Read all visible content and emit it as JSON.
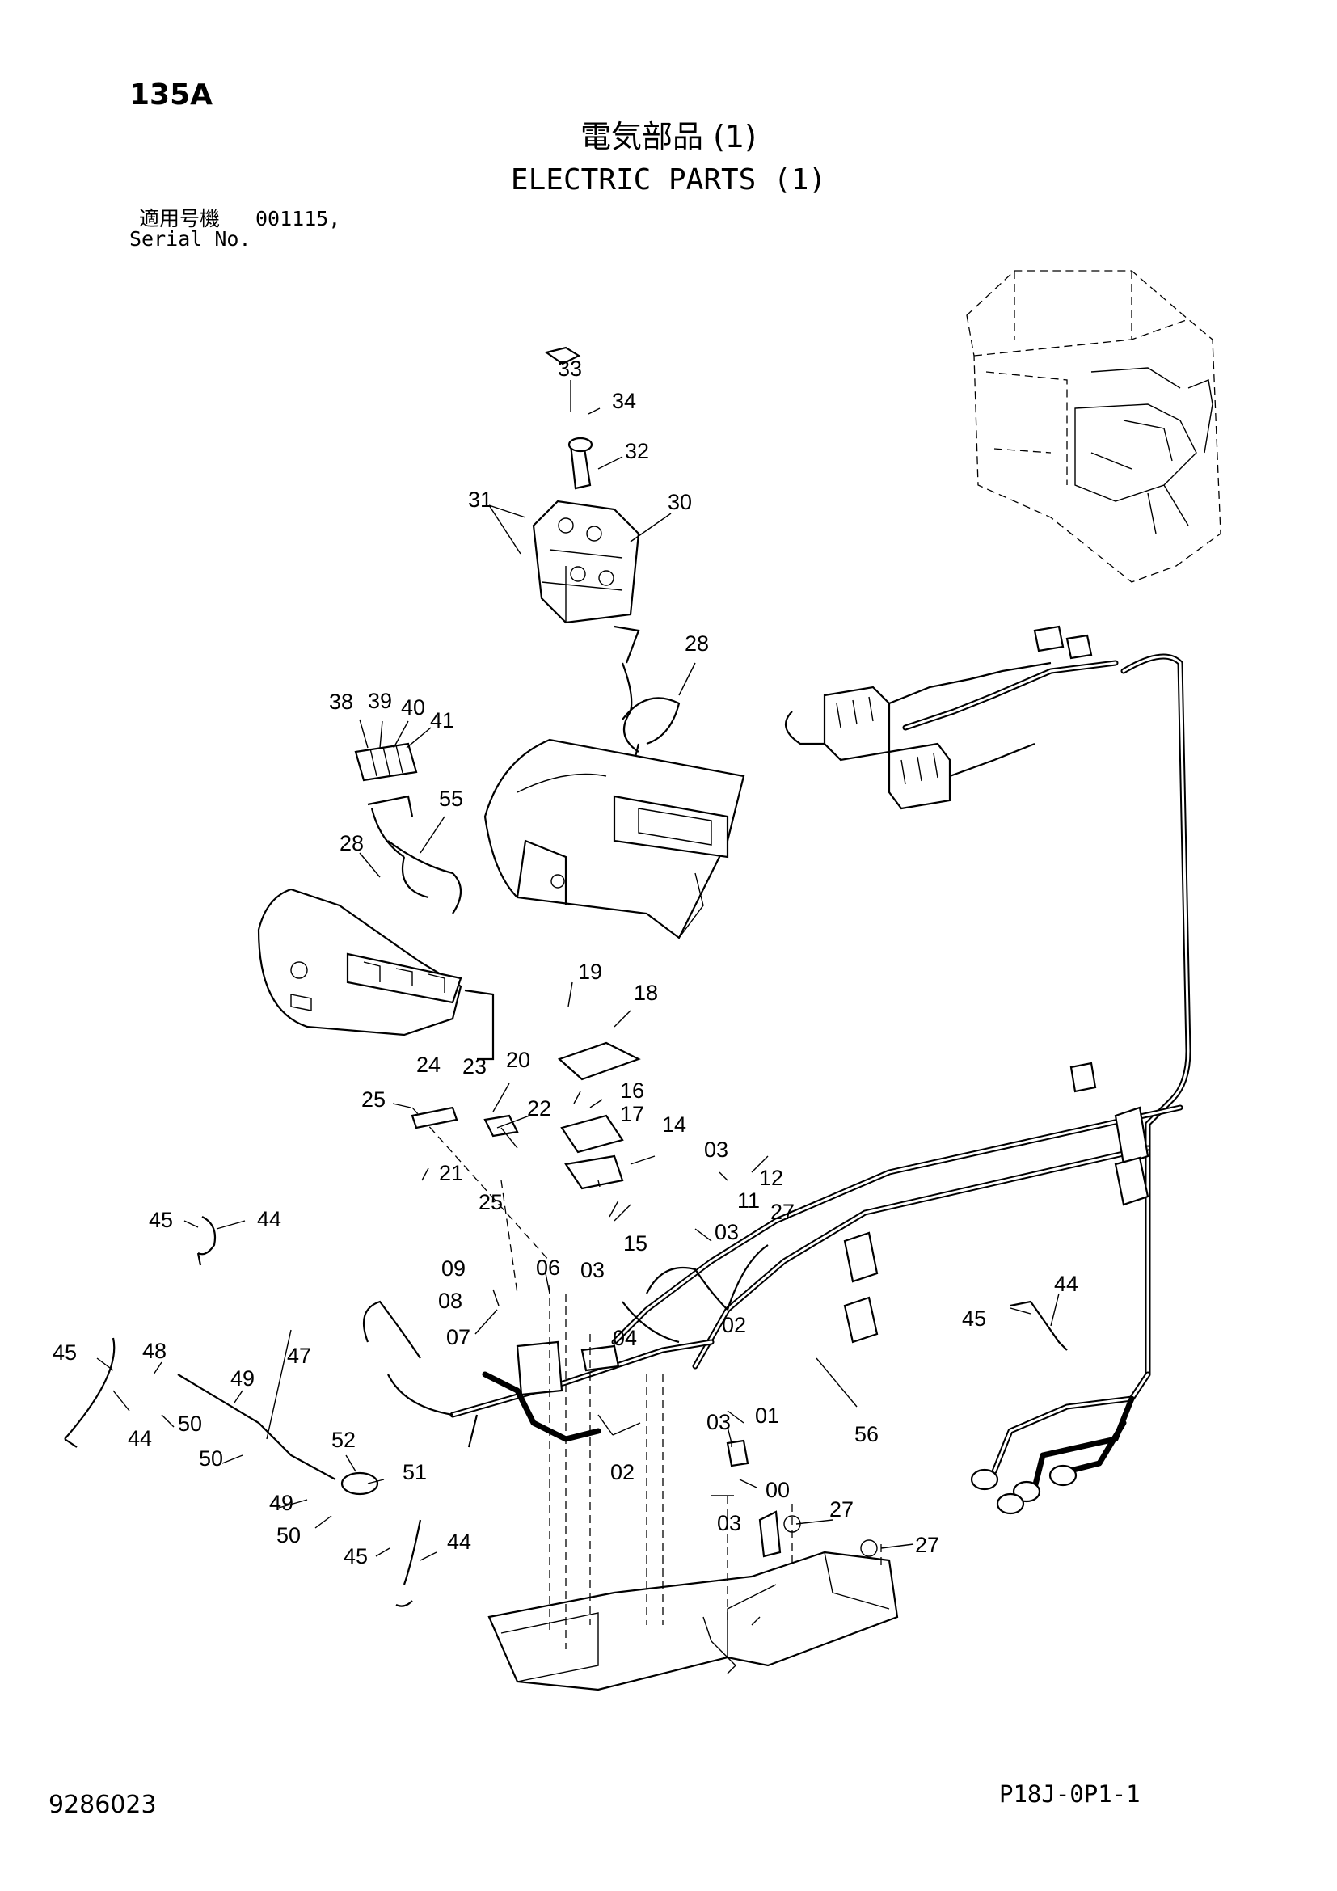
{
  "header": {
    "model": "135A",
    "title_ja": "電気部品 (1)",
    "title_en": "ELECTRIC PARTS (1)",
    "serial_label_ja": "適用号機",
    "serial_value": "001115,",
    "serial_label_en": "Serial No."
  },
  "footer": {
    "doc_number": "9286023",
    "page_code": "P18J-0P1-1"
  },
  "callouts": {
    "c00": "00",
    "c01": "01",
    "c02": "02",
    "c03": "03",
    "c04": "04",
    "c06": "06",
    "c07": "07",
    "c08": "08",
    "c09": "09",
    "c11": "11",
    "c12": "12",
    "c14": "14",
    "c15": "15",
    "c16": "16",
    "c17": "17",
    "c18": "18",
    "c19": "19",
    "c20": "20",
    "c21": "21",
    "c22": "22",
    "c23": "23",
    "c24": "24",
    "c25": "25",
    "c27": "27",
    "c28": "28",
    "c30": "30",
    "c31": "31",
    "c32": "32",
    "c33": "33",
    "c34": "34",
    "c38": "38",
    "c39": "39",
    "c40": "40",
    "c41": "41",
    "c44": "44",
    "c45": "45",
    "c47": "47",
    "c48": "48",
    "c49": "49",
    "c50": "50",
    "c51": "51",
    "c52": "52",
    "c55": "55",
    "c56": "56"
  },
  "icons": {
    "cab": "cab-outline-icon",
    "switch_box": "switch-box-icon",
    "console": "console-icon",
    "harness": "wire-harness-icon",
    "relay_box": "relay-box-icon",
    "frame": "floor-frame-icon"
  }
}
